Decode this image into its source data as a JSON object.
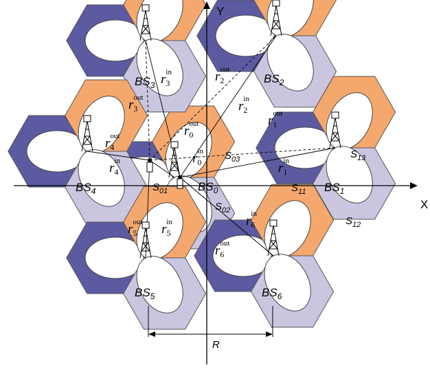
{
  "axes": {
    "y_label": "Y",
    "x_label": "X"
  },
  "colors": {
    "dark_sector": "#5c5aa0",
    "orange_sector": "#f5a86e",
    "light_sector": "#cbc6e0",
    "outline": "#555555"
  },
  "base_stations": [
    {
      "id": "BS0",
      "main": "BS",
      "sub": "0"
    },
    {
      "id": "BS1",
      "main": "BS",
      "sub": "1"
    },
    {
      "id": "BS2",
      "main": "BS",
      "sub": "2"
    },
    {
      "id": "BS3",
      "main": "BS",
      "sub": "3"
    },
    {
      "id": "BS4",
      "main": "BS",
      "sub": "4"
    },
    {
      "id": "BS5",
      "main": "BS",
      "sub": "5"
    },
    {
      "id": "BS6",
      "main": "BS",
      "sub": "6"
    }
  ],
  "sectors": [
    {
      "main": "S",
      "sub": "01"
    },
    {
      "main": "S",
      "sub": "02"
    },
    {
      "main": "S",
      "sub": "03"
    },
    {
      "main": "S",
      "sub": "11"
    },
    {
      "main": "S",
      "sub": "12"
    },
    {
      "main": "S",
      "sub": "13"
    }
  ],
  "distances": [
    {
      "main": "r",
      "sub": "0",
      "sup": "out"
    },
    {
      "main": "r",
      "sub": "0",
      "sup": "in"
    },
    {
      "main": "r",
      "sub": "1",
      "sup": "out"
    },
    {
      "main": "r",
      "sub": "1",
      "sup": "in"
    },
    {
      "main": "r",
      "sub": "2",
      "sup": "out"
    },
    {
      "main": "r",
      "sub": "2",
      "sup": "in"
    },
    {
      "main": "r",
      "sub": "3",
      "sup": "out"
    },
    {
      "main": "r",
      "sub": "3",
      "sup": "in"
    },
    {
      "main": "r",
      "sub": "4",
      "sup": "out"
    },
    {
      "main": "r",
      "sub": "4",
      "sup": "in"
    },
    {
      "main": "r",
      "sub": "5",
      "sup": "out"
    },
    {
      "main": "r",
      "sub": "5",
      "sup": "in"
    },
    {
      "main": "r",
      "sub": "6",
      "sup": "out"
    },
    {
      "main": "r",
      "sub": "6",
      "sup": "in"
    }
  ],
  "dimension_label": "R"
}
